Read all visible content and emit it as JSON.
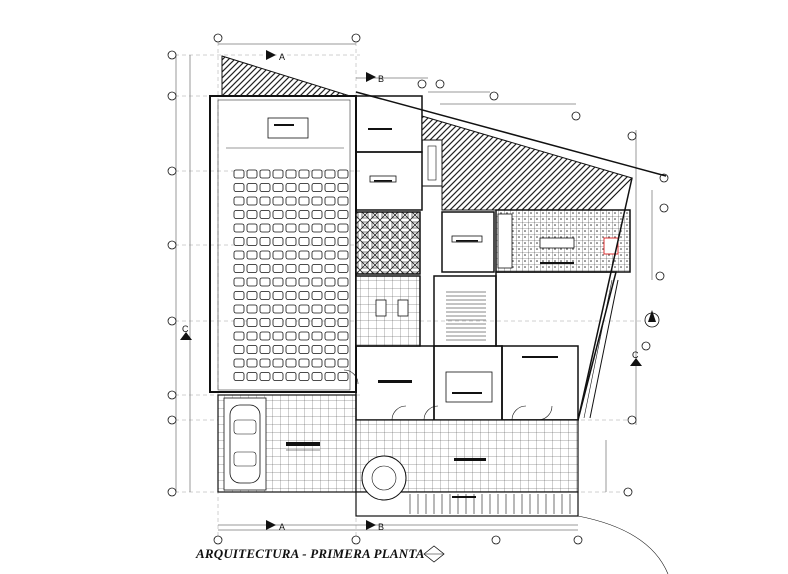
{
  "title": "ARQUITECTURA - PRIMERA PLANTA",
  "section_marks": {
    "a": "A",
    "b": "B",
    "c": "C"
  }
}
